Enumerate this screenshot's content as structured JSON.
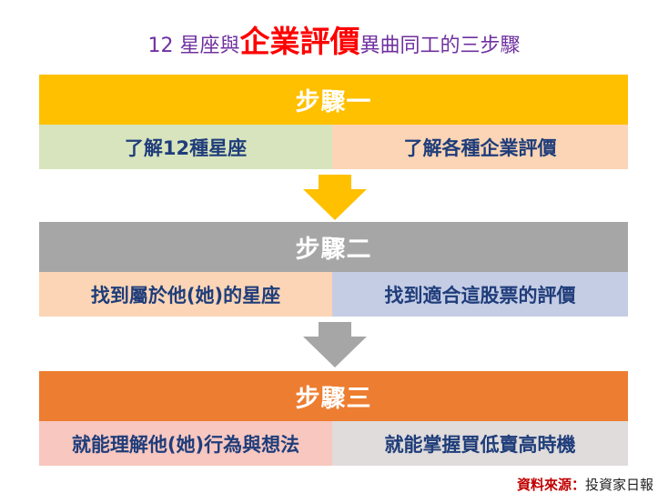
{
  "title": {
    "prefix": "12 星座與",
    "highlight": "企業評價",
    "suffix": "異曲同工的三步驟"
  },
  "steps": [
    {
      "label": "步驟一",
      "color": "#ffc000",
      "left": {
        "text": "了解12種星座",
        "bg": "#d7e4bd"
      },
      "right": {
        "text": "了解各種企業評價",
        "bg": "#fbd5b5"
      }
    },
    {
      "label": "步驟二",
      "color": "#a6a6a6",
      "left": {
        "text": "找到屬於他(她)的星座",
        "bg": "#fbd5b5"
      },
      "right": {
        "text": "找到適合這股票的評價",
        "bg": "#c5cde4"
      }
    },
    {
      "label": "步驟三",
      "color": "#ed7d31",
      "left": {
        "text": "就能理解他(她)行為與想法",
        "bg": "#f7c7c0"
      },
      "right": {
        "text": "就能掌握買低賣高時機",
        "bg": "#e0dcdb"
      }
    }
  ],
  "arrows": [
    {
      "color": "#ffc000"
    },
    {
      "color": "#a6a6a6"
    }
  ],
  "source": {
    "label": "資料來源：",
    "value": "投資家日報"
  }
}
